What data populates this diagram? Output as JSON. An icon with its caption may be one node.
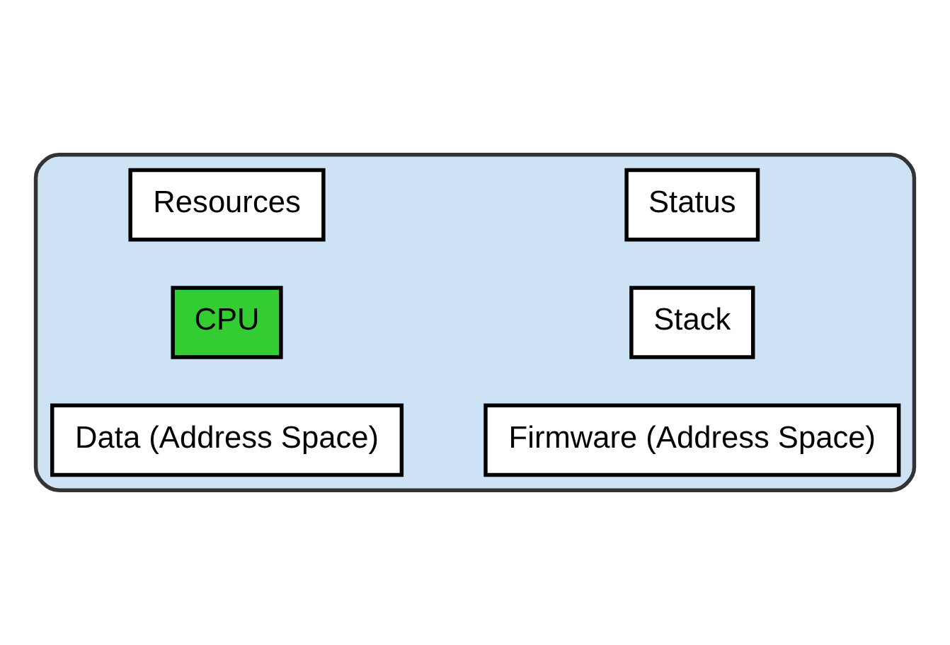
{
  "diagram": {
    "nodes": [
      {
        "text": [],
        "shape": "cloud"
      },
      {
        "text": [
          "Status"
        ],
        "in": 0
      },
      {
        "text": [
          "Resources"
        ],
        "in": 0
      },
      {
        "text": [
          "Stack"
        ],
        "in": 0
      },
      {
        "text": [
          "CPU"
        ],
        "in": 0
      },
      {
        "text": [
          "Firmware (Address Space)"
        ],
        "in": 0
      },
      {
        "text": [
          "Data (Address Space)"
        ],
        "in": 0
      }
    ],
    "edges": []
  }
}
